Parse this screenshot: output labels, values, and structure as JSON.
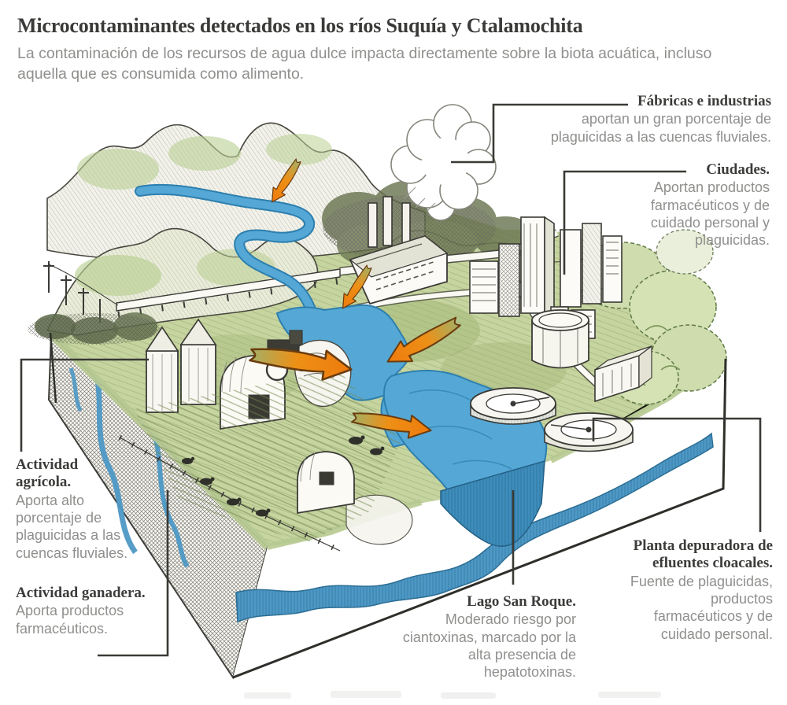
{
  "header": {
    "title": "Microcontaminantes detectados en los ríos Suquía y Ctalamochita",
    "subtitle": "La contaminación de los recursos de agua dulce impacta directamente sobre la biota acuática, incluso aquella que es consumida como alimento."
  },
  "labels": {
    "fabricas": {
      "heading": "Fábricas e industrias",
      "description": "aportan un gran porcentaje de plaguicidas a las cuencas fluviales."
    },
    "ciudades": {
      "heading": "Ciudades.",
      "description": "Aportan productos farmacéuticos y de cuidado personal y plaguicidas."
    },
    "agricola": {
      "heading": "Actividad agrícola.",
      "description": "Aporta alto porcentaje de plaguicidas a las cuencas fluviales."
    },
    "ganadera": {
      "heading": "Actividad ganadera.",
      "description": "Aporta productos farmacéuticos."
    },
    "lago": {
      "heading": "Lago San Roque.",
      "description": "Moderado riesgo por ciantoxinas, marcado por la alta presencia de hepatotoxinas."
    },
    "planta": {
      "heading": "Planta depuradora de efluentes cloacales.",
      "description": "Fuente de plaguicidas, productos farmacéuticos y de cuidado personal."
    }
  },
  "colors": {
    "ink": "#3a3a36",
    "river_blue": "#55a8d6",
    "river_edge": "#2d7fae",
    "aquifer_blue": "#4d98c5",
    "field_green": "#c6d49f",
    "wash_green": "#cfdcae",
    "arrow_orange": "#ef7a0d",
    "arrow_tail_olive": "#a3af66",
    "heading_text": "#3c3c3a",
    "body_text": "#8f8f8d"
  }
}
